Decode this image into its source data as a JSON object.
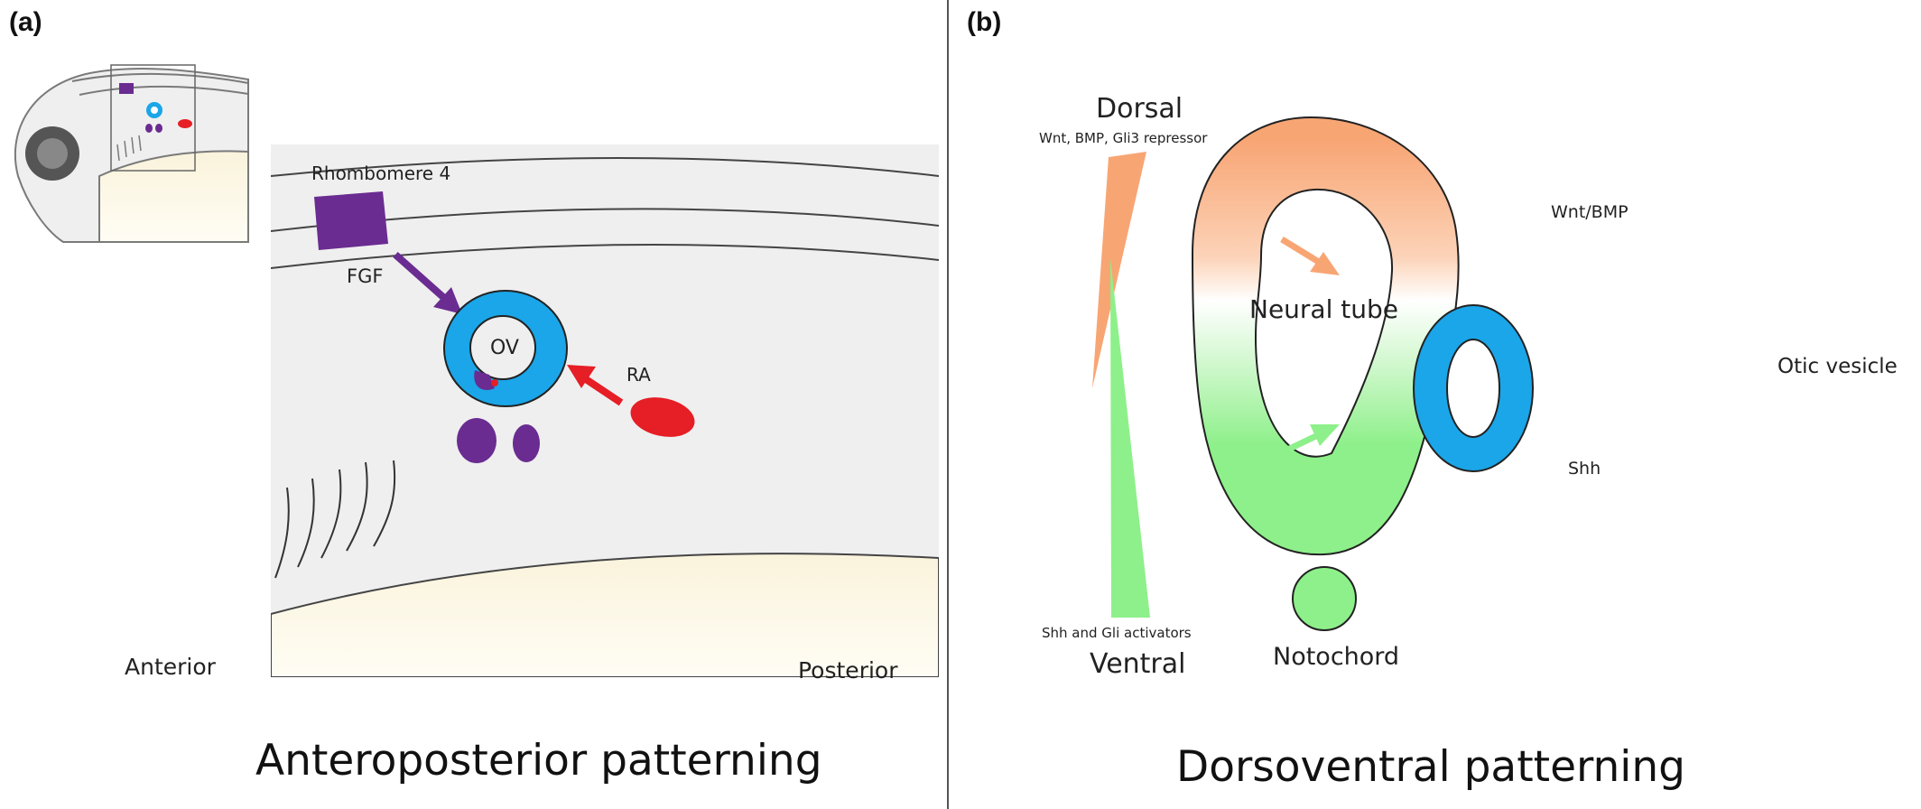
{
  "panels": {
    "a": {
      "label": "(a)",
      "title": "Anteroposterior patterning",
      "labels": {
        "rhombomere": "Rhombomere 4",
        "fgf": "FGF",
        "ov": "OV",
        "ra": "RA",
        "anterior": "Anterior",
        "posterior": "Posterior"
      }
    },
    "b": {
      "label": "(b)",
      "title": "Dorsoventral patterning",
      "labels": {
        "dorsal": "Dorsal",
        "dorsal_signals": "Wnt, BMP, Gli3 repressor",
        "ventral": "Ventral",
        "ventral_signals": "Shh and Gli activators",
        "neural_tube": "Neural tube",
        "notochord": "Notochord",
        "wnt_bmp": "Wnt/BMP",
        "shh": "Shh",
        "otic_vesicle": "Otic vesicle"
      }
    }
  },
  "colors": {
    "otic_vesicle": "#1aa6e8",
    "fgf_purple": "#6a2c91",
    "ra_red": "#e61e25",
    "dorsal_orange": "#f8a574",
    "ventral_green": "#8ef08a",
    "embryo_fill": "#efefef",
    "yolk": "#fcf7e6"
  }
}
